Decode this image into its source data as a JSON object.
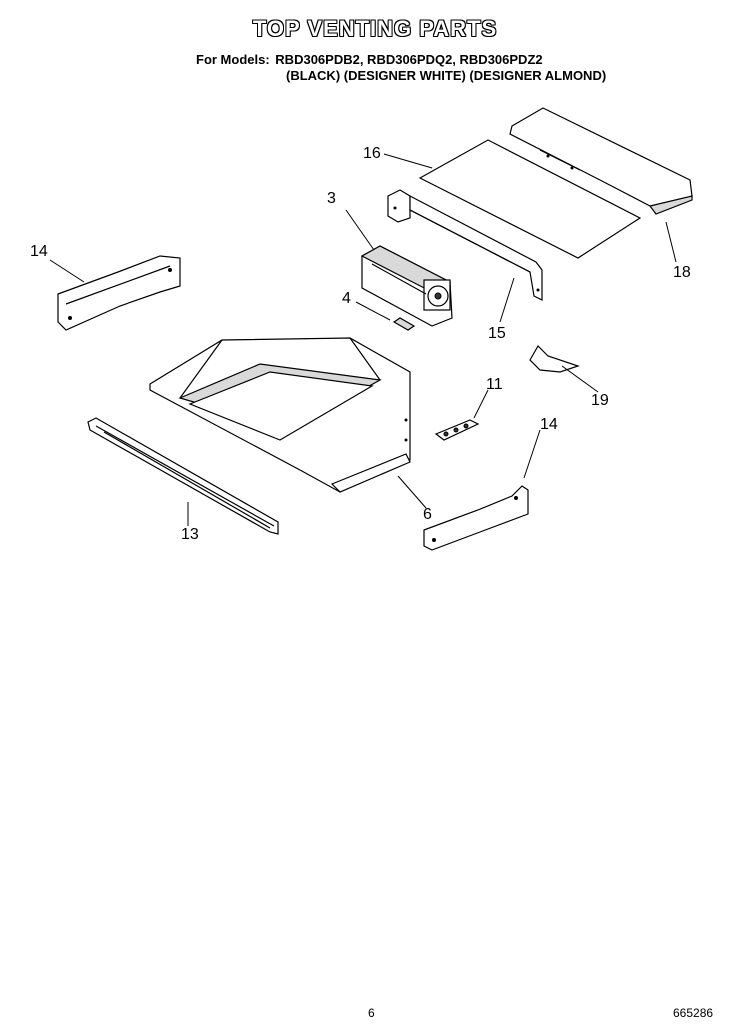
{
  "header": {
    "title": "TOP VENTING PARTS",
    "models_prefix": "For Models:",
    "models": "RBD306PDB2, RBD306PDQ2, RBD306PDZ2",
    "colors": "(BLACK) (DESIGNER WHITE) (DESIGNER ALMOND)"
  },
  "callouts": {
    "c16": "16",
    "c3": "3",
    "c14_left": "14",
    "c18": "18",
    "c4": "4",
    "c15": "15",
    "c11": "11",
    "c19": "19",
    "c14_right": "14",
    "c6": "6",
    "c13": "13"
  },
  "footer": {
    "page": "6",
    "code": "665286"
  }
}
